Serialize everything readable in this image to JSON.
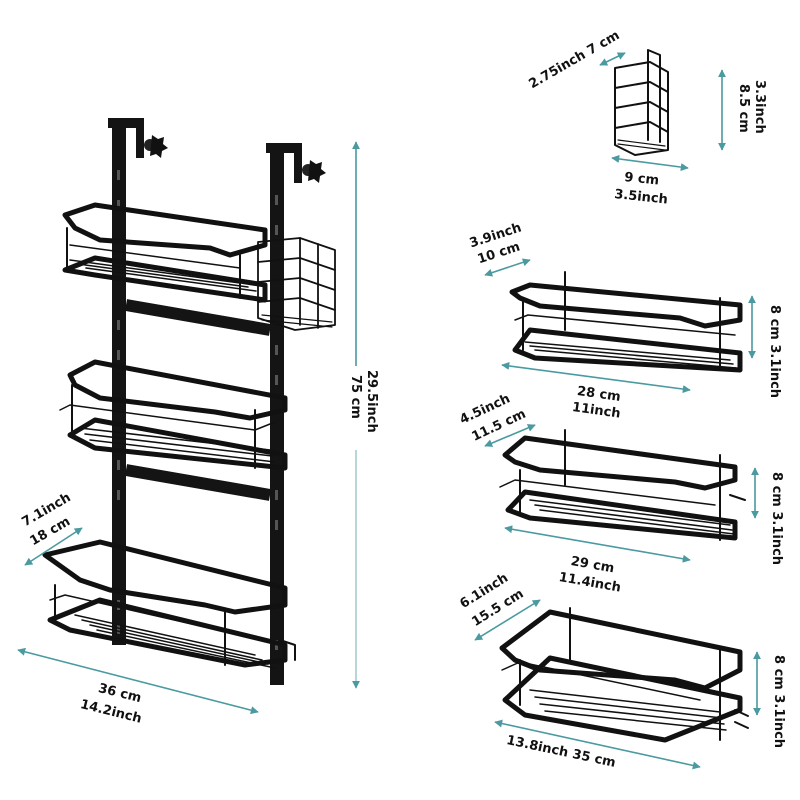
{
  "colors": {
    "background": "#ffffff",
    "product": "#141414",
    "dimension_arrow": "#4a9aa0",
    "label_text": "#111111"
  },
  "main_unit": {
    "name": "over-door shower caddy (assembled)",
    "width": {
      "cm": "36 cm",
      "inch": "14.2inch"
    },
    "depth": {
      "inch": "7.1inch",
      "cm": "18 cm"
    },
    "height": {
      "inch": "29.5inch",
      "cm": "75 cm"
    }
  },
  "components": [
    {
      "name": "small basket",
      "depth": {
        "label": "2.75inch 7 cm"
      },
      "width": {
        "cm": "9 cm",
        "inch": "3.5inch"
      },
      "height": {
        "inch": "3.3inch",
        "cm": "8.5 cm"
      }
    },
    {
      "name": "top shelf",
      "depth": {
        "inch": "3.9inch",
        "cm": "10 cm"
      },
      "width": {
        "cm": "28 cm",
        "inch": "11inch"
      },
      "height": {
        "label": "8 cm 3.1inch"
      }
    },
    {
      "name": "middle shelf",
      "depth": {
        "inch": "4.5inch",
        "cm": "11.5 cm"
      },
      "width": {
        "cm": "29 cm",
        "inch": "11.4inch"
      },
      "height": {
        "label": "8 cm 3.1inch"
      }
    },
    {
      "name": "bottom shelf",
      "depth": {
        "inch": "6.1inch",
        "cm": "15.5 cm"
      },
      "width": {
        "label": "13.8inch  35 cm"
      },
      "height": {
        "label": "8 cm  3.1inch"
      }
    }
  ]
}
